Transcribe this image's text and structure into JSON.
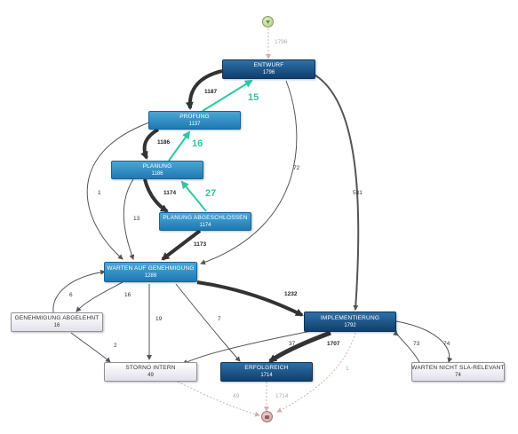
{
  "colors": {
    "accent_green": "#2fc6a0",
    "dark_node": "#0f3f6e",
    "mid_node": "#1f79b3",
    "light_node": "#e2e1ea"
  },
  "start_event": {
    "icon": "start-event-icon"
  },
  "end_event": {
    "icon": "end-event-icon"
  },
  "nodes": {
    "entwurf": {
      "label": "ENTWURF",
      "count": "1796"
    },
    "pruefung": {
      "label": "PRÜFUNG",
      "count": "1137"
    },
    "planung": {
      "label": "PLANUNG",
      "count": "1186"
    },
    "planung_abgeschl": {
      "label": "PLANUNG ABGESCHLOSSEN",
      "count": "1174"
    },
    "warten_genehmigung": {
      "label": "WARTEN AUF GENEHMIGUNG",
      "count": "1289"
    },
    "genehmigung_abgel": {
      "label": "GENEHMIGUNG ABGELEHNT",
      "count": "16"
    },
    "implementierung": {
      "label": "IMPLEMENTIERUNG",
      "count": "1792"
    },
    "storno_intern": {
      "label": "STORNO INTERN",
      "count": "49"
    },
    "erfolgreich": {
      "label": "ERFOLGREICH",
      "count": "1714"
    },
    "warten_sla": {
      "label": "WARTEN NICHT SLA-RELEVANT",
      "count": "74"
    }
  },
  "edge_labels": {
    "start_entwurf": "1796",
    "entwurf_pruefung": "1187",
    "pruefung_planung": "1186",
    "planung_abgeschl": "1174",
    "abgeschl_warten": "1173",
    "entwurf_warten": "72",
    "entwurf_impl": "531",
    "pruefung_warten": "1",
    "planung_warten": "13",
    "warten_impl": "1232",
    "abgel_warten": "6",
    "warten_abgel": "16",
    "warten_storno": "19",
    "warten_erfolg": "7",
    "abgel_storno": "2",
    "impl_storno": "37",
    "impl_erfolg": "1707",
    "impl_end": "1",
    "sla_impl": "73",
    "impl_sla": "74",
    "storno_end": "49",
    "erfolg_end": "1714"
  },
  "rework_labels": {
    "pruefung_entwurf": "15",
    "planung_pruefung": "16",
    "abgeschl_planung": "27"
  }
}
